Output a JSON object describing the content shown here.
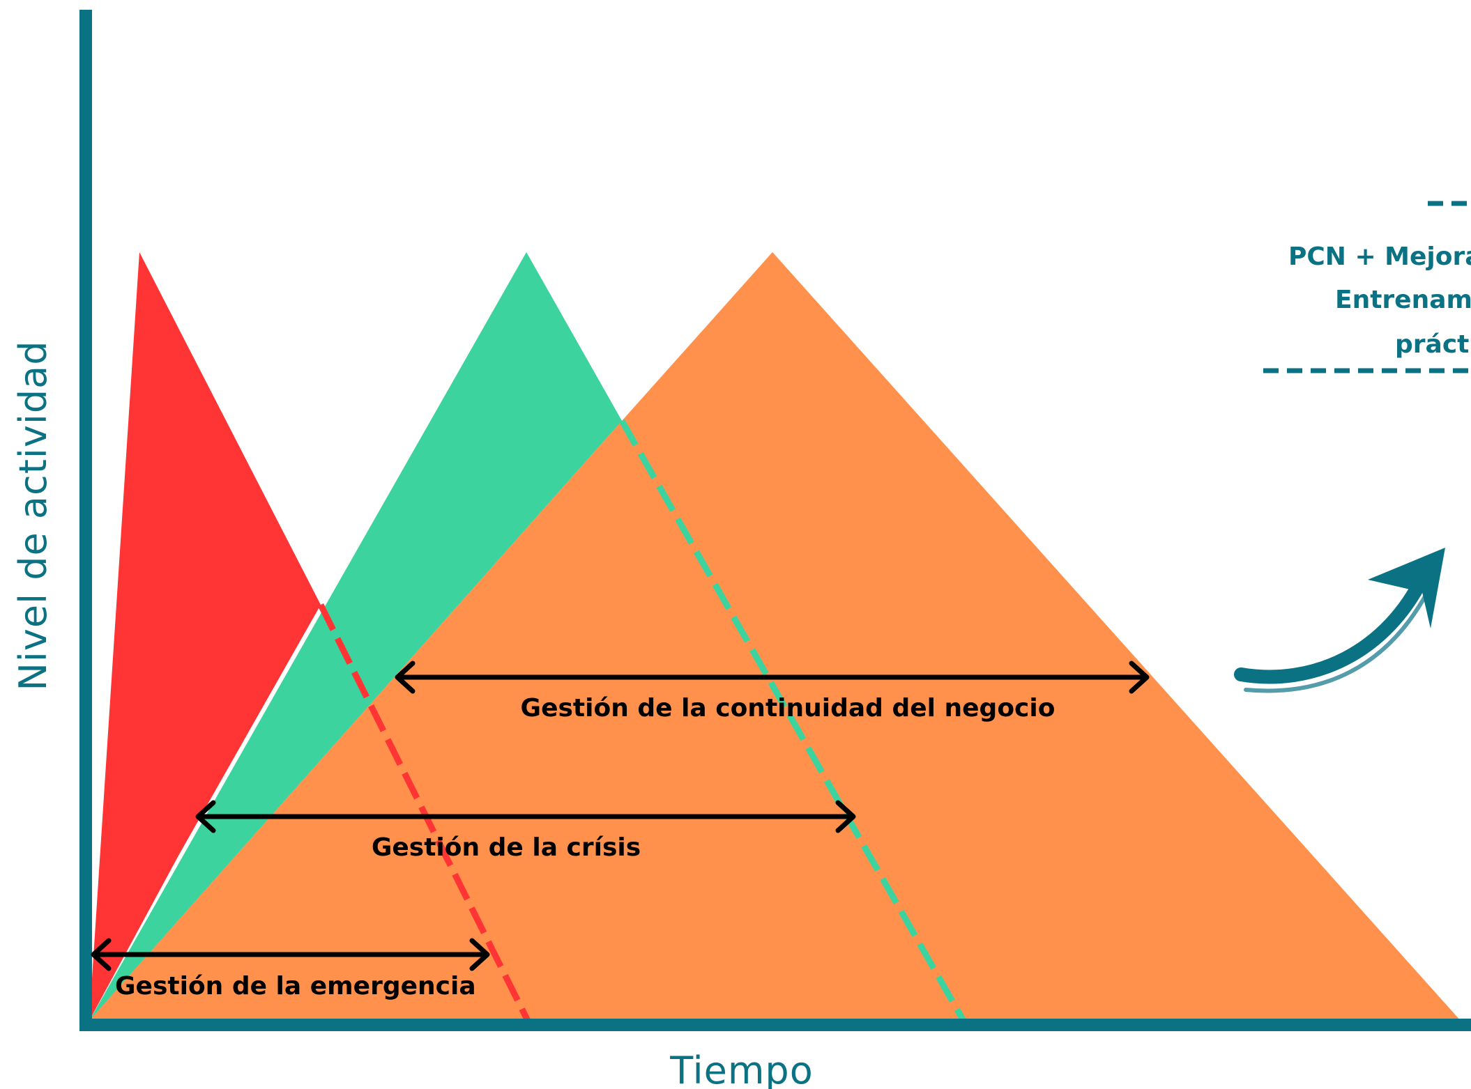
{
  "colors": {
    "axis": "#0b7284",
    "red": "#ff3434",
    "green": "#3dd39e",
    "orange": "#ff914d",
    "arrow": "#000000",
    "text_dark": "#000000",
    "accent_text": "#0b7284"
  },
  "axes": {
    "y_label": "Nivel de actividad",
    "x_label": "Tiempo"
  },
  "phases": {
    "emergency": "Gestión de la emergencia",
    "crisis": "Gestión de la crísis",
    "continuity": "Gestión de la continuidad del negocio"
  },
  "side_panel": {
    "line1": "PCN + Mejora",
    "line2": "Entrenam",
    "line3": "práct"
  },
  "icons": {
    "curved_arrow": "curved-arrow-up-right-icon",
    "double_arrow": "double-headed-arrow-icon"
  }
}
